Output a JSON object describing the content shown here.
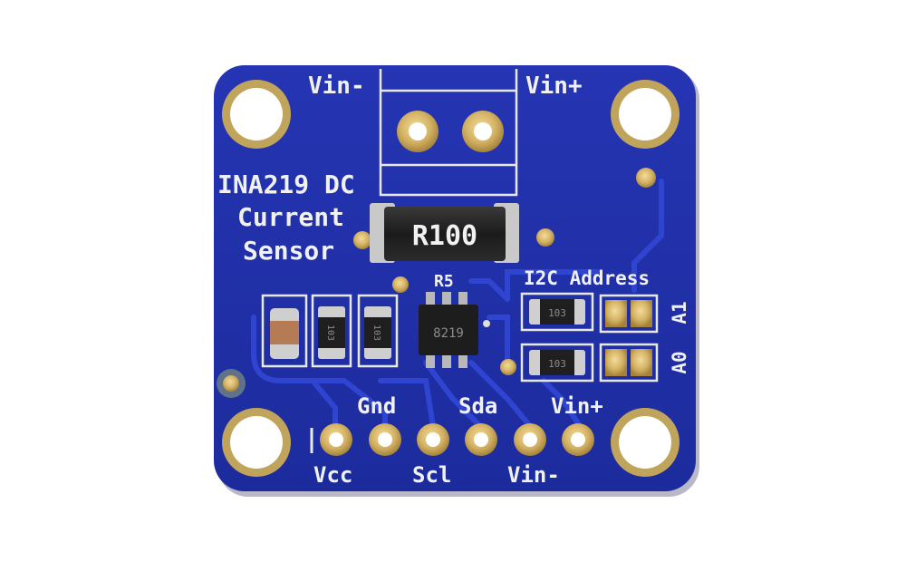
{
  "board": {
    "name_line1": "INA219 DC",
    "name_line2": "Current",
    "name_line3": "Sensor",
    "vin_minus_top": "Vin-",
    "vin_plus_top": "Vin+",
    "shunt_resistor": "R100",
    "ic_ref": "R5",
    "ic_marking": "8219",
    "i2c_label": "I2C Address",
    "jumper_a1": "A1",
    "jumper_a0": "A0",
    "resistor_a": "103",
    "resistor_b": "103",
    "resistor_c": "103",
    "pin_gnd": "Gnd",
    "pin_sda": "Sda",
    "pin_vin_plus": "Vin+",
    "pin_vcc": "Vcc",
    "pin_scl": "Scl",
    "pin_vin_minus": "Vin-"
  },
  "colors": {
    "pcb": "#1f2fa6",
    "pcb_edge": "#2a3cc0",
    "gold": "#d4b264",
    "silk": "#f1f1f1"
  }
}
